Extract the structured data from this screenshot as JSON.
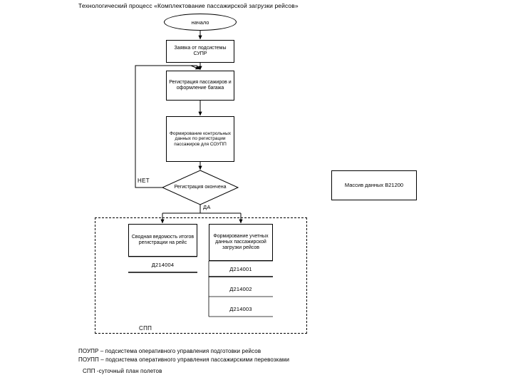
{
  "title": "Технологический процесс «Комплектование пассажирской загрузки рейсов»",
  "nodes": {
    "start": "начало",
    "request": "Заявка от подсистемы СУПР",
    "registration": "Регистрация пассажиров и оформление багажа",
    "control_data": "Формирование контрольных данных по регистрации пассажиров для СОУПП",
    "decision": "Регистрация окончена",
    "data_array": "Массив данных В21200",
    "summary": "Сводная ведомость итогов регистрации на рейс",
    "forming": "Формирование учетных данных пассажирской загрузки рейсов"
  },
  "branches": {
    "no": "НЕТ",
    "yes": "ДА"
  },
  "doc_codes": {
    "summary_code": "Д214004",
    "form_code_1": "Д214001",
    "form_code_2": "Д214002",
    "form_code_3": "Д214003"
  },
  "region": {
    "label": "СПП"
  },
  "legend": [
    "ПОУПР – подсистема оперативного управления подготовки рейсов",
    "ПОУПП – подсистема оперативного управления пассажирскими перевозками",
    "СПП -суточный план полетов"
  ],
  "colors": {
    "stroke": "#000000",
    "background": "#ffffff",
    "text": "#000000"
  }
}
